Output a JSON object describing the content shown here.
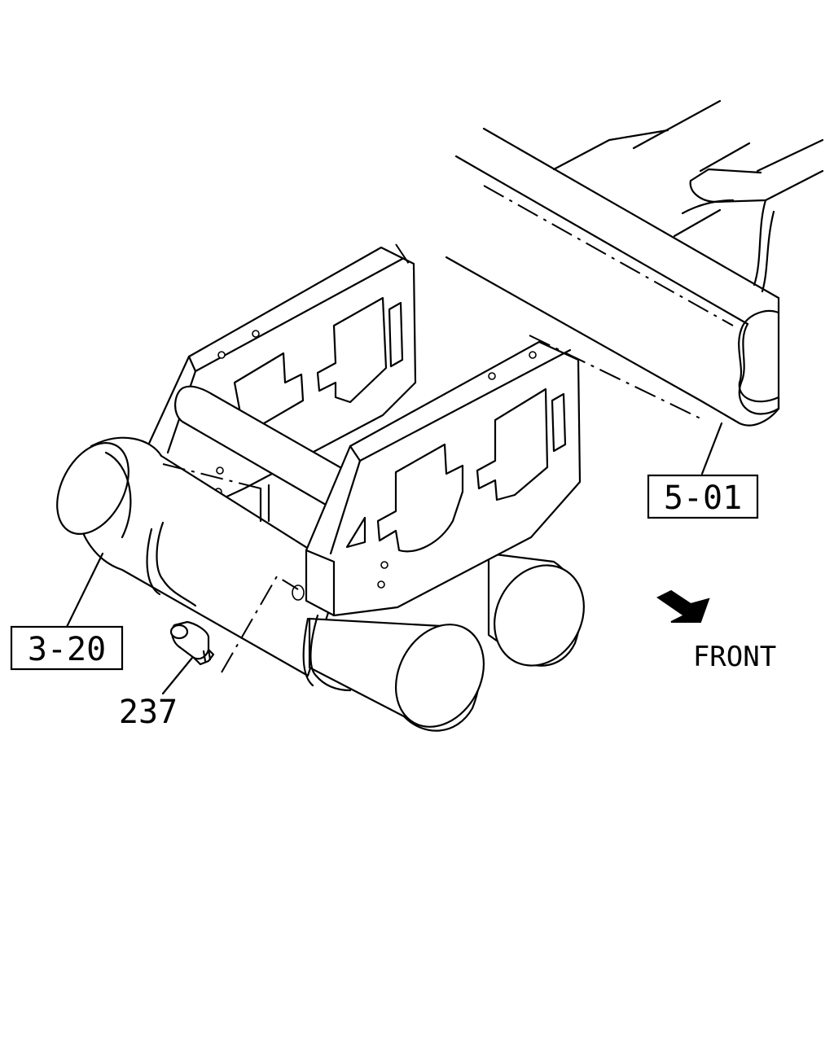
{
  "callouts": {
    "ref_5_01": "5-01",
    "ref_3_20": "3-20",
    "part_237": "237"
  },
  "direction": {
    "label": "FRONT",
    "icon": "arrow-icon"
  }
}
